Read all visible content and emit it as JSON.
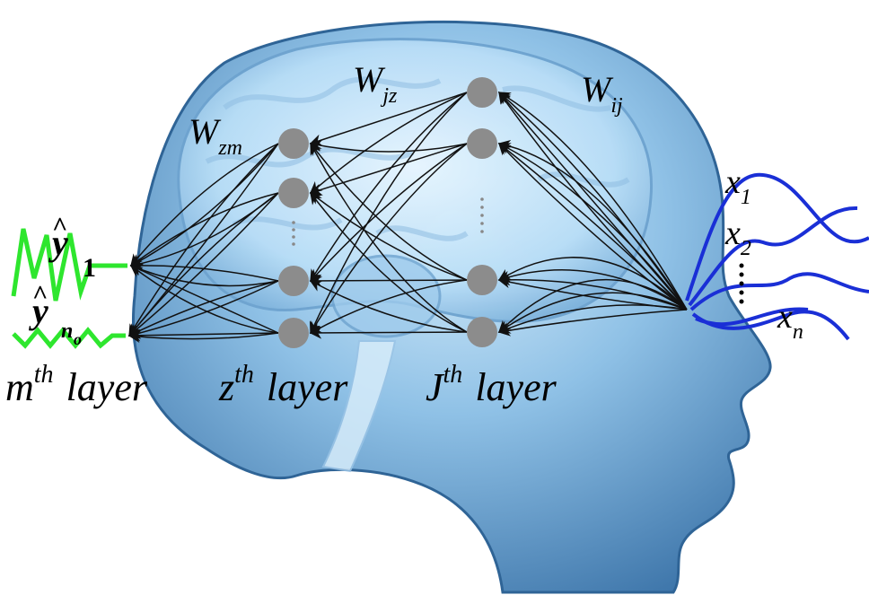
{
  "weights": {
    "input_to_j": {
      "base": "W",
      "sub": "ij"
    },
    "j_to_z": {
      "base": "W",
      "sub": "jz"
    },
    "z_to_m": {
      "base": "W",
      "sub": "zm"
    }
  },
  "inputs": {
    "x1": {
      "base": "x",
      "sub": "1"
    },
    "x2": {
      "base": "x",
      "sub": "2"
    },
    "xn": {
      "base": "x",
      "sub": "n"
    }
  },
  "outputs": {
    "y1": {
      "base": "y",
      "sub": "1"
    },
    "yno": {
      "base": "y",
      "sub": "n",
      "subsub": "o"
    }
  },
  "layers": {
    "m": {
      "base": "m",
      "sup": "th",
      "word": "layer"
    },
    "z": {
      "base": "z",
      "sup": "th",
      "word": "layer"
    },
    "j": {
      "base": "J",
      "sup": "th",
      "word": "layer"
    }
  },
  "colors": {
    "node": "#8c8c8c",
    "input_signal": "#1a2fd6",
    "output_signal": "#2ee62e",
    "head_dark": "#3e78ad",
    "head_light": "#a9d4f2",
    "connection": "#111111"
  }
}
